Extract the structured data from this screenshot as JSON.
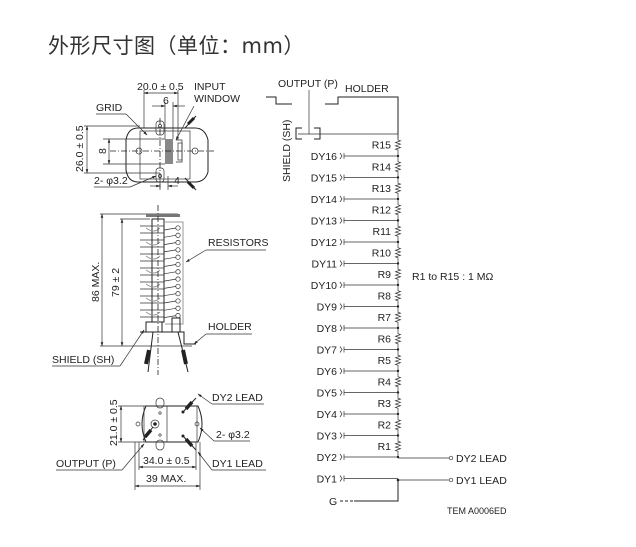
{
  "title": "外形尺寸图（单位：mm）",
  "top_view": {
    "dim_width": "20.0 ± 0.5",
    "dim_6": "6",
    "dim_8": "8",
    "dim_height": "26.0 ± 0.5",
    "dim_holes": "2- φ3.2",
    "dim_4": "4",
    "label_grid": "GRID",
    "label_input_1": "INPUT",
    "label_input_2": "WINDOW"
  },
  "side_view": {
    "dim_max": "86 MAX.",
    "dim_body": "79 ± 2",
    "label_resistors": "RESISTORS",
    "label_holder": "HOLDER",
    "label_shield": "SHIELD (SH)"
  },
  "bottom_view": {
    "dim_height": "21.0 ± 0.5",
    "dim_inner": "34.0 ± 0.5",
    "dim_max": "39 MAX.",
    "dim_holes": "2- φ3.2",
    "label_dy2": "DY2 LEAD",
    "label_dy1": "DY1 LEAD",
    "label_output": "OUTPUT (P)"
  },
  "schematic": {
    "label_output": "OUTPUT (P)",
    "label_holder": "HOLDER",
    "label_shield": "SHIELD (SH)",
    "dynodes": [
      "DY16",
      "DY15",
      "DY14",
      "DY13",
      "DY12",
      "DY11",
      "DY10",
      "DY9",
      "DY8",
      "DY7",
      "DY6",
      "DY5",
      "DY4",
      "DY3",
      "DY2",
      "DY1"
    ],
    "resistors": [
      "R15",
      "R14",
      "R13",
      "R12",
      "R11",
      "R10",
      "R9",
      "R8",
      "R7",
      "R6",
      "R5",
      "R4",
      "R3",
      "R2",
      "R1"
    ],
    "resistor_note": "R1 to R15 : 1 MΩ",
    "lead_dy2": "DY2 LEAD",
    "lead_dy1": "DY1 LEAD",
    "ground": "G",
    "code": "TEM A0006ED"
  }
}
